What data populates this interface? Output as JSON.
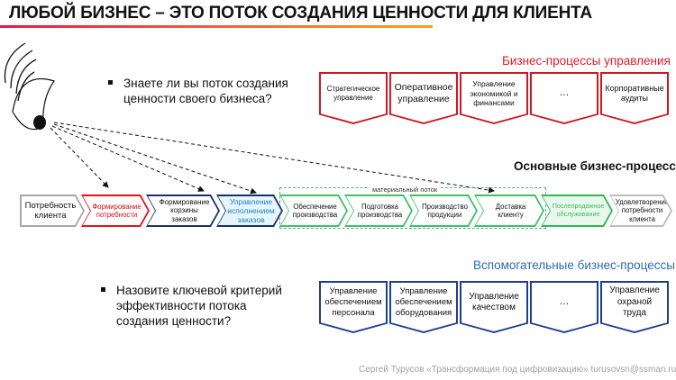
{
  "title": "ЛЮБОЙ БИЗНЕС – ЭТО ПОТОК СОЗДАНИЯ ЦЕННОСТИ ДЛЯ КЛИЕНТА",
  "question_top": "Знаете ли вы поток создания ценности своего бизнеса?",
  "question_bottom": "Назовите ключевой критерий эффективности потока создания ценности?",
  "management": {
    "title": "Бизнес-процессы управления",
    "items": [
      "Стратегическое управление",
      "Оперативное управление",
      "Управление экономикой и финансами",
      "…",
      "Корпоративные аудиты"
    ]
  },
  "core": {
    "title": "Основные бизнес-процессы",
    "flow_label": "материальный поток",
    "steps": [
      "Потребность клиента",
      "Формирование потребности",
      "Формирование корзины заказов",
      "Управление исполнением заказов",
      "Обеспечение производства",
      "Подготовка производства",
      "Производство продукции",
      "Доставка клиенту",
      "Послепродажное обслуживание",
      "Удовлетворение потребности клиента"
    ]
  },
  "support": {
    "title": "Вспомогательные бизнес-процессы",
    "items": [
      "Управление обеспечением персонала",
      "Управление обеспечением оборудования",
      "Управление качеством",
      "…",
      "Управление охраной труда"
    ]
  },
  "footer": "Сергей Турусов «Трансформация под цифровизацию» turusovsn@ssman.ru",
  "colors": {
    "red": "#d0181f",
    "navy": "#1f3f8a",
    "green": "#3cc265",
    "blue": "#2b9bd6"
  }
}
